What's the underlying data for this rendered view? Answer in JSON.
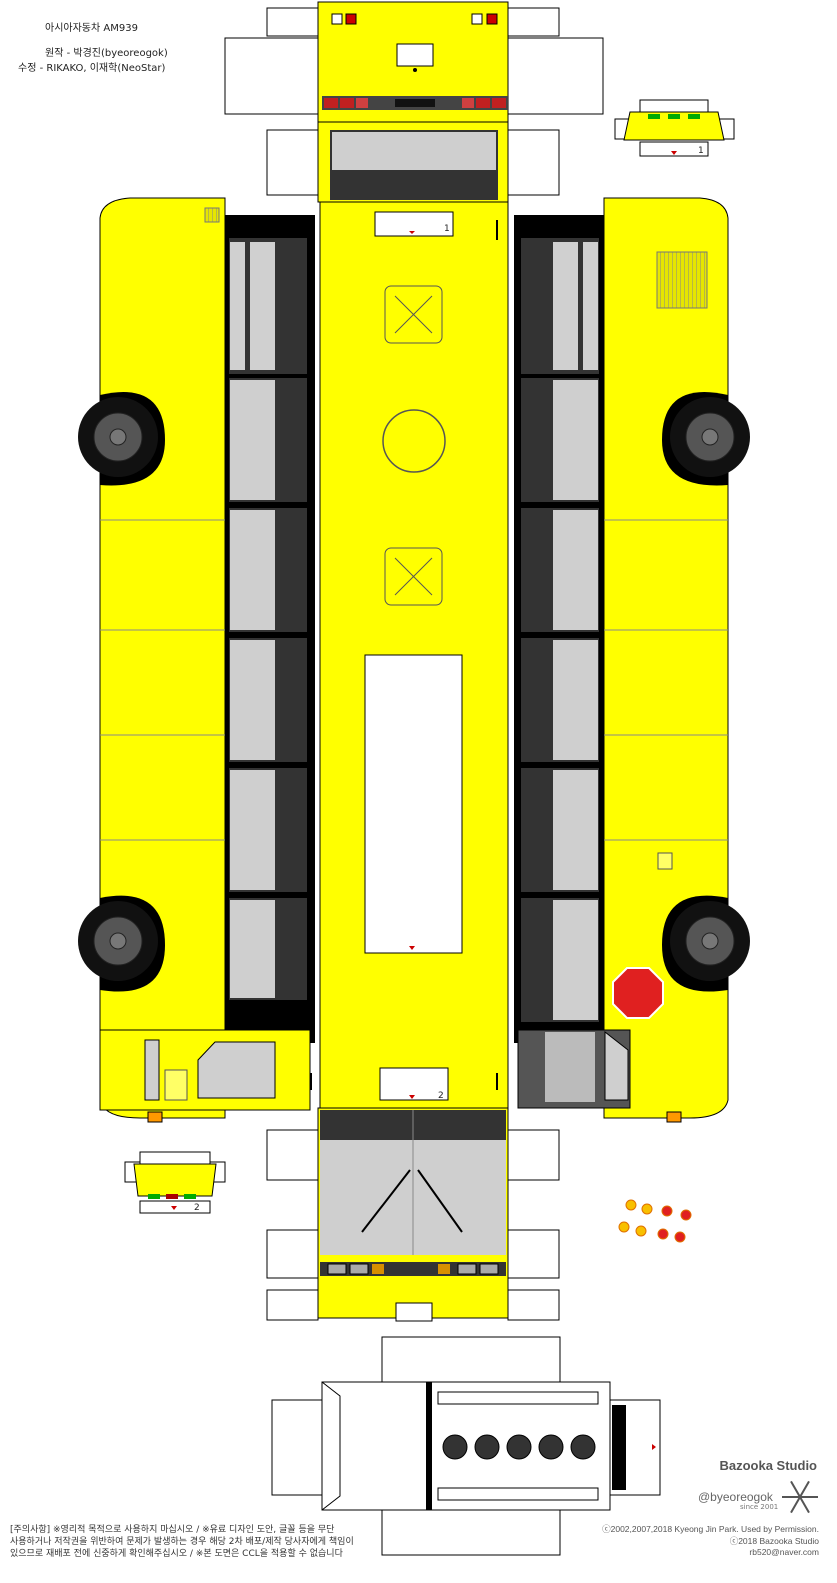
{
  "header": {
    "title": "아시아자동차  AM939",
    "credit_original": "원작 - 박경진(byeoreogok)",
    "credit_modified": "수정 - RIKAKO, 이재학(NeoStar)"
  },
  "part_numbers": {
    "front_roof": "1",
    "rear_roof": "2",
    "front_light_piece": "1",
    "rear_light_piece": "2"
  },
  "footer": {
    "notice": [
      "[주의사항] ※영리적 목적으로 사용하지 마십시오 / ※유료 디자인 도안, 글꼴 등을 무단",
      "사용하거나 저작권을 위반하여 문제가 발생하는 경우 해당 2차 배포/제작 당사자에게 책임이",
      "있으므로 재배포 전에 신중하게 확인해주십시오 / ※본 도면은 CCL을 적용할 수 없습니다"
    ],
    "brand": "Bazooka Studio",
    "handle": "@byeoreogok",
    "since": "since 2001",
    "copyright": [
      "ⓒ2002,2007,2018 Kyeong Jin Park. Used by Permission.",
      "ⓒ2018 Bazooka Studio",
      "rb520@naver.com"
    ]
  },
  "colors": {
    "body_yellow": "#ffff00",
    "outline": "#000000",
    "glass_gray": "#c8c8c8",
    "dark_glass": "#3a3a3a",
    "stop_sign_red": "#e02020",
    "tail_light_red": "#b01010"
  },
  "icons": [
    "stop-sign-icon",
    "wheel-icon",
    "snowflake-icon"
  ]
}
